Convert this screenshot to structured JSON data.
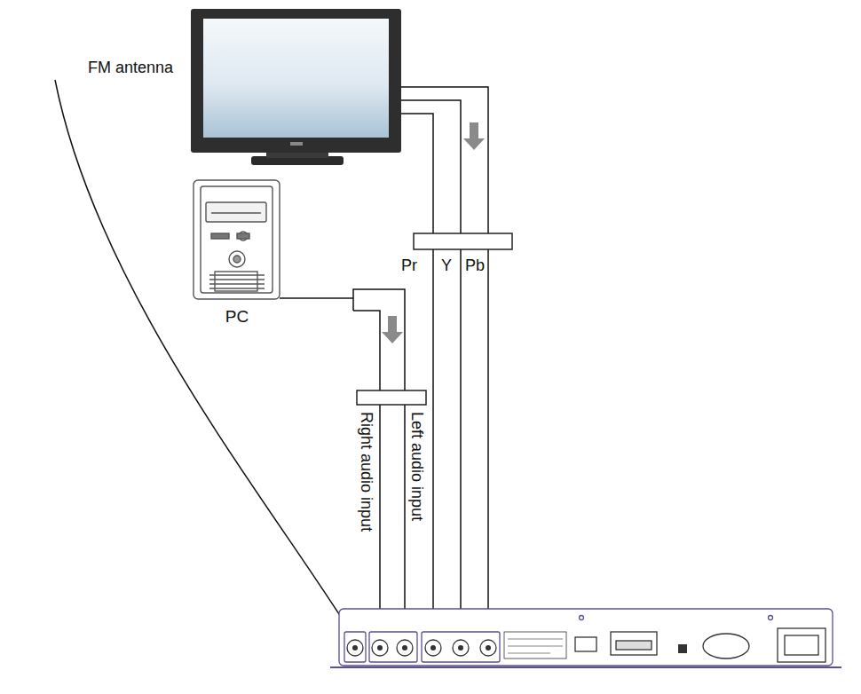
{
  "diagram": {
    "nodes": [
      {
        "text": [
          "PC"
        ]
      }
    ],
    "labels": [
      "FM antenna",
      "Pr",
      "Y",
      "Pb",
      "Right audio input",
      "Left audio input"
    ]
  }
}
